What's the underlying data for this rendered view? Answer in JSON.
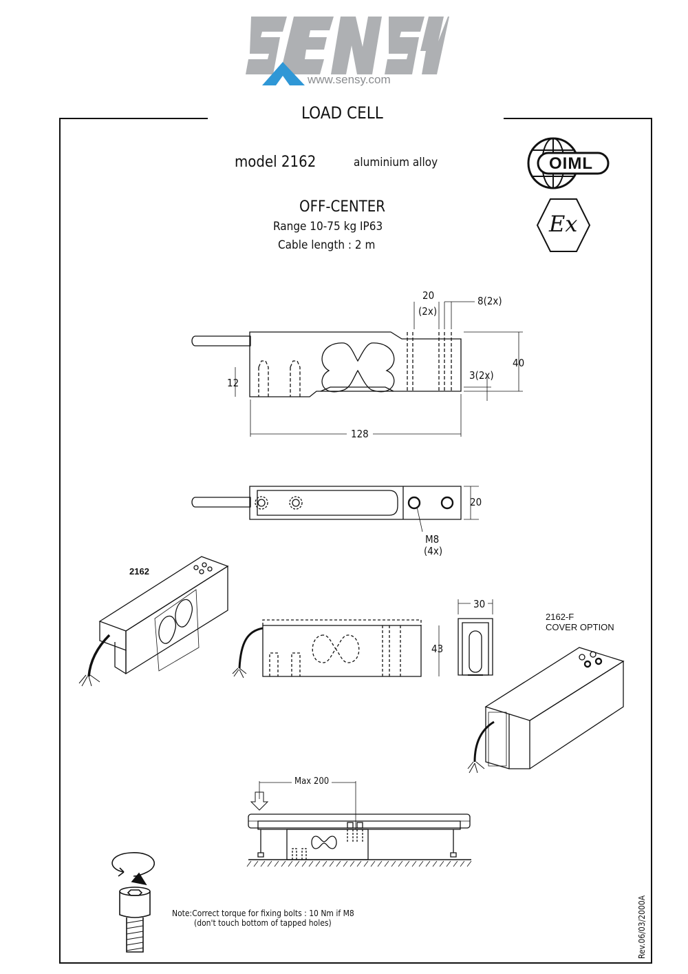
{
  "header": {
    "logo_text": "SENSY",
    "website": "www.sensy.com"
  },
  "document": {
    "title": "LOAD CELL",
    "model": "model 2162",
    "material": "aluminium alloy",
    "type": "OFF-CENTER",
    "range": "Range  10-75 kg  IP63",
    "cable": "Cable length :  2 m",
    "revision": "Rev.06/03/2000A"
  },
  "certifications": {
    "oiml_label": "OIML",
    "ex_label": "Ex"
  },
  "dimensions": {
    "d20_2x_top": "20",
    "d20_2x_bot": "(2x)",
    "d8_2x": "8(2x)",
    "d40": "40",
    "d3_2x": "3(2x)",
    "d12": "12",
    "d128": "128",
    "d20_side": "20",
    "m8_top": "M8",
    "m8_bot": "(4x)",
    "d30": "30",
    "d43": "43",
    "max200": "Max 200"
  },
  "labels": {
    "iso_model": "2162",
    "cover_model": "2162-F",
    "cover_option": "COVER OPTION"
  },
  "note": {
    "line1": "Note:Correct torque for fixing bolts : 10 Nm if M8",
    "line2": "(don't touch bottom of tapped holes)"
  }
}
